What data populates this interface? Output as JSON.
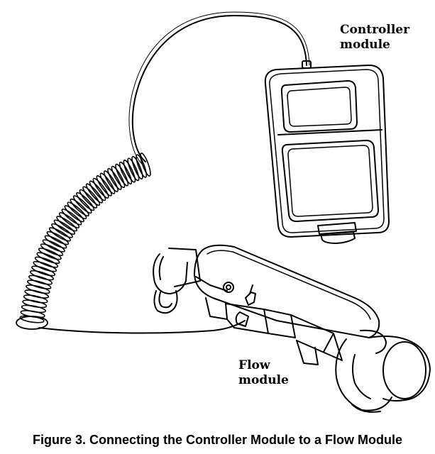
{
  "figure": {
    "caption": "Figure 3. Connecting the Controller Module to a Flow Module",
    "labels": {
      "controller_line1": "Controller",
      "controller_line2": "module",
      "flow_line1": "Flow",
      "flow_line2": "module"
    }
  },
  "colors": {
    "ink": "#000000",
    "paper": "#ffffff"
  }
}
